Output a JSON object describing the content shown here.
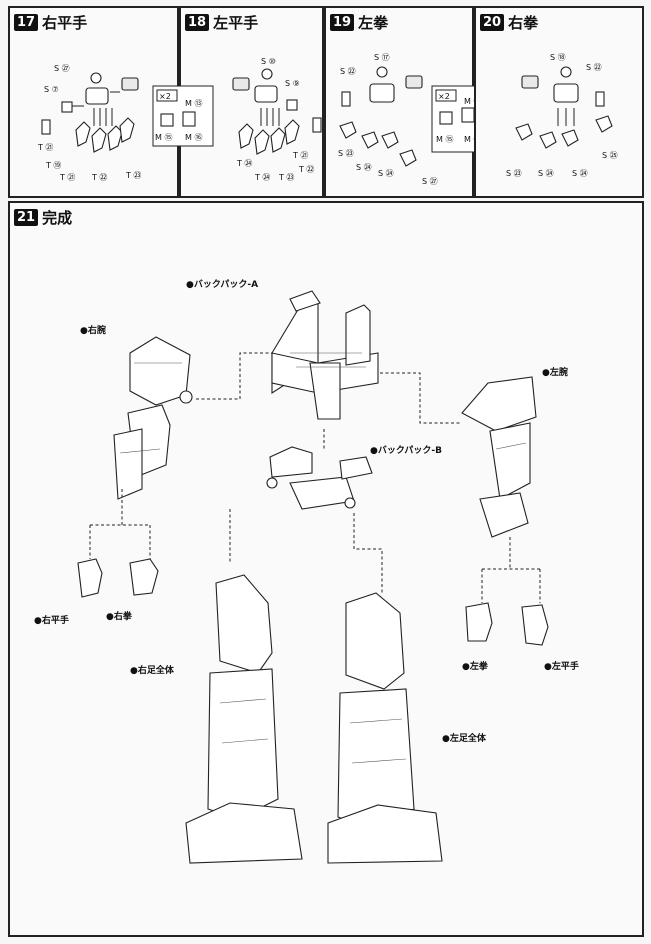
{
  "steps": {
    "s17": {
      "number": "17",
      "title": "右平手"
    },
    "s18": {
      "number": "18",
      "title": "左平手"
    },
    "s19": {
      "number": "19",
      "title": "左拳"
    },
    "s20": {
      "number": "20",
      "title": "右拳"
    },
    "s21": {
      "number": "21",
      "title": "完成"
    }
  },
  "multiplier": "×2",
  "labels": {
    "backpack_a": "●バックパック-A",
    "backpack_b": "●バックパック-B",
    "right_arm": "●右腕",
    "left_arm": "●左腕",
    "right_flat_hand": "●右平手",
    "right_fist": "●右拳",
    "left_fist": "●左拳",
    "left_flat_hand": "●左平手",
    "right_leg": "●右足全体",
    "left_leg": "●左足全体"
  },
  "part_codes": {
    "s17": [
      "S ㉗",
      "S ⑦",
      "T ㉑",
      "T ⑲",
      "T ㉑",
      "T ㉒",
      "T ㉓"
    ],
    "s18": [
      "S ⑩",
      "S ⑨",
      "M ⑬",
      "M ⑮",
      "M ⑯",
      "T ㉔",
      "T ㉔",
      "T ㉓",
      "T ㉑",
      "T ㉒"
    ],
    "s19": [
      "S ⑰",
      "S ㉒",
      "S ㉓",
      "S ㉔",
      "S ㉔",
      "S ㉗",
      "M ⑭",
      "M ⑮",
      "M ⑯"
    ],
    "s20": [
      "S ⑱",
      "S ㉒",
      "S ㉓",
      "S ㉔",
      "S ㉔",
      "S ㉕"
    ]
  },
  "icons": [
    "hand-part-icon",
    "arm-assembly-icon",
    "backpack-icon",
    "leg-assembly-icon"
  ]
}
